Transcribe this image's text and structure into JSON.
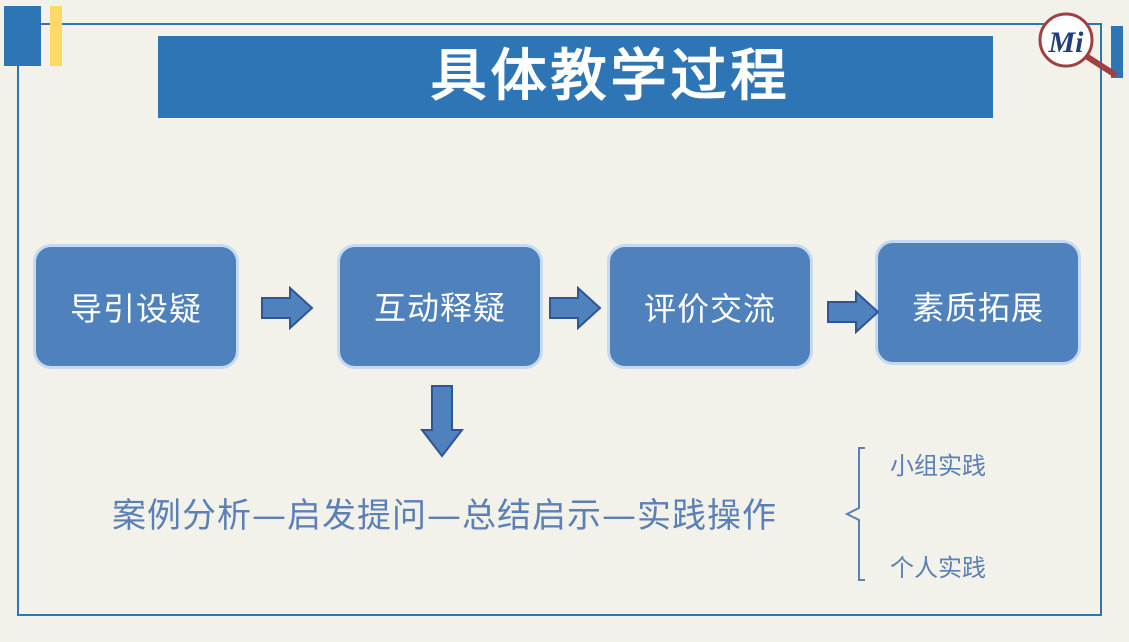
{
  "title": "具体教学过程",
  "logo": {
    "text": "Mi"
  },
  "steps": [
    {
      "label": "导引设疑"
    },
    {
      "label": "互动释疑"
    },
    {
      "label": "评价交流"
    },
    {
      "label": "素质拓展"
    }
  ],
  "process_text": "案例分析—启发提问—总结启示—实践操作",
  "branches": [
    {
      "label": "小组实践"
    },
    {
      "label": "个人实践"
    }
  ],
  "colors": {
    "primary": "#2e75b6",
    "box_fill": "#4f81bd",
    "box_border": "#c6d9f1",
    "accent_yellow": "#ffd966",
    "text_blue": "#5b80b5",
    "background": "#f2f1ea",
    "logo_red": "#a04040"
  }
}
